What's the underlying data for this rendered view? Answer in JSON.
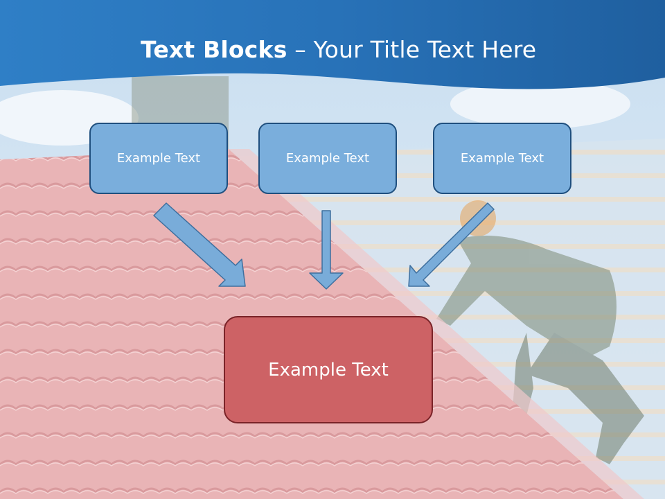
{
  "title": {
    "bold": "Text Blocks",
    "dash": " – ",
    "rest": "Your Title Text Here"
  },
  "blocks": [
    {
      "label": "Example Text"
    },
    {
      "label": "Example Text"
    },
    {
      "label": "Example Text"
    }
  ],
  "main_block": {
    "label": "Example Text"
  },
  "colors": {
    "header_blue": "#2f7fc6",
    "block_fill": "#7aaedc",
    "block_border": "#1f4f7e",
    "main_fill": "#cd6265",
    "main_border": "#7a2328",
    "arrow_fill": "#79acd9",
    "arrow_stroke": "#3e6f9e"
  }
}
